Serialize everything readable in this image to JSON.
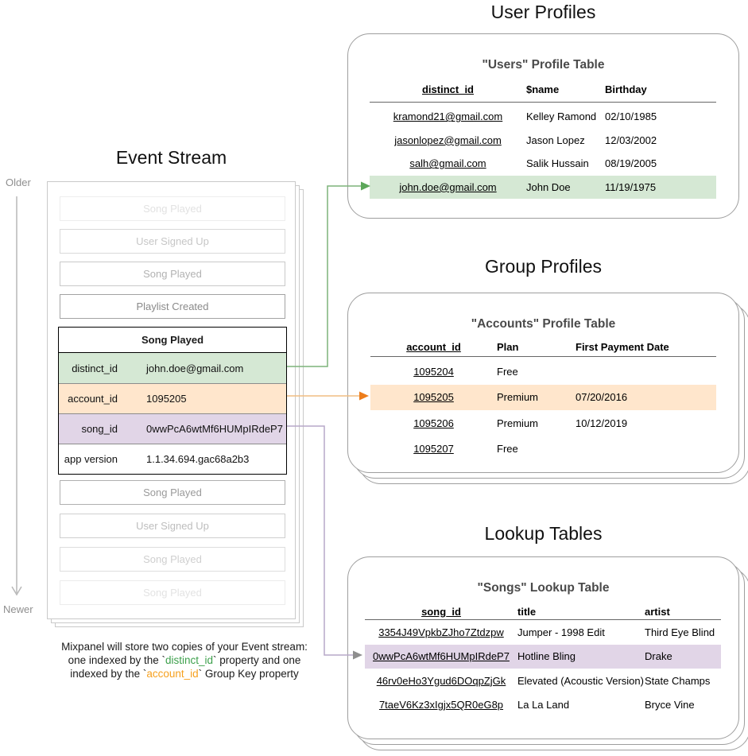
{
  "timeline": {
    "older_label": "Older",
    "newer_label": "Newer"
  },
  "event_stream": {
    "section_title": "Event Stream",
    "faded_events_above": [
      "Song Played",
      "User Signed Up",
      "Song Played",
      "Playlist Created"
    ],
    "expanded_event": {
      "name": "Song Played",
      "properties": [
        {
          "key": "distinct_id",
          "value": "john.doe@gmail.com",
          "highlight": "green"
        },
        {
          "key": "account_id",
          "value": "1095205",
          "highlight": "orange"
        },
        {
          "key": "song_id",
          "value": "0wwPcA6wtMf6HUMpIRdeP7",
          "highlight": "purple"
        },
        {
          "key": "app version",
          "value": "1.1.34.694.gac68a2b3",
          "highlight": "none"
        }
      ]
    },
    "faded_events_below": [
      "Song Played",
      "User Signed Up",
      "Song Played",
      "Song Played"
    ]
  },
  "user_profiles": {
    "section_title": "User Profiles",
    "table_title": "\"Users\" Profile Table",
    "columns": [
      "distinct_id",
      "$name",
      "Birthday"
    ],
    "rows": [
      [
        "kramond21@gmail.com",
        "Kelley Ramond",
        "02/10/1985"
      ],
      [
        "jasonlopez@gmail.com",
        "Jason Lopez",
        "12/03/2002"
      ],
      [
        "salh@gmail.com",
        "Salik Hussain",
        "08/19/2005"
      ],
      [
        "john.doe@gmail.com",
        "John Doe",
        "11/19/1975"
      ]
    ],
    "highlighted_row_index": 3
  },
  "group_profiles": {
    "section_title": "Group Profiles",
    "table_title": "\"Accounts\" Profile Table",
    "columns": [
      "account_id",
      "Plan",
      "First Payment Date"
    ],
    "rows": [
      [
        "1095204",
        "Free",
        ""
      ],
      [
        "1095205",
        "Premium",
        "07/20/2016"
      ],
      [
        "1095206",
        "Premium",
        "10/12/2019"
      ],
      [
        "1095207",
        "Free",
        ""
      ]
    ],
    "highlighted_row_index": 1
  },
  "lookup_tables": {
    "section_title": "Lookup Tables",
    "table_title": "\"Songs\" Lookup Table",
    "columns": [
      "song_id",
      "title",
      "artist"
    ],
    "rows": [
      [
        "3354J49VpkbZJho7Ztdzpw",
        "Jumper - 1998 Edit",
        "Third Eye Blind"
      ],
      [
        "0wwPcA6wtMf6HUMpIRdeP7",
        "Hotline Bling",
        "Drake"
      ],
      [
        "46rv0eHo3Ygud6DOqpZjGk",
        "Elevated (Acoustic Version)",
        "State Champs"
      ],
      [
        "7taeV6Kz3xIgjx5QR0eG8p",
        "La La Land",
        "Bryce Vine"
      ]
    ],
    "highlighted_row_index": 1
  },
  "caption": {
    "line1": "Mixpanel will store two copies of your Event stream:",
    "line2": {
      "pre": "one indexed by the `",
      "code": "distinct_id",
      "post": "` property and one"
    },
    "line3": {
      "pre": "indexed by the `",
      "code": "account_id",
      "post": "` Group Key property"
    }
  },
  "colors": {
    "green_highlight": "#d5e8d4",
    "orange_highlight": "#ffe6cc",
    "purple_highlight": "#e1d5e7",
    "green_arrow": "#6fa86f",
    "orange_arrow": "#ed7d1b",
    "purple_arrow": "#b7a8c8",
    "caption_green": "#3da04c",
    "caption_orange": "#f6a01e",
    "card_border": "#9e9e9e"
  }
}
